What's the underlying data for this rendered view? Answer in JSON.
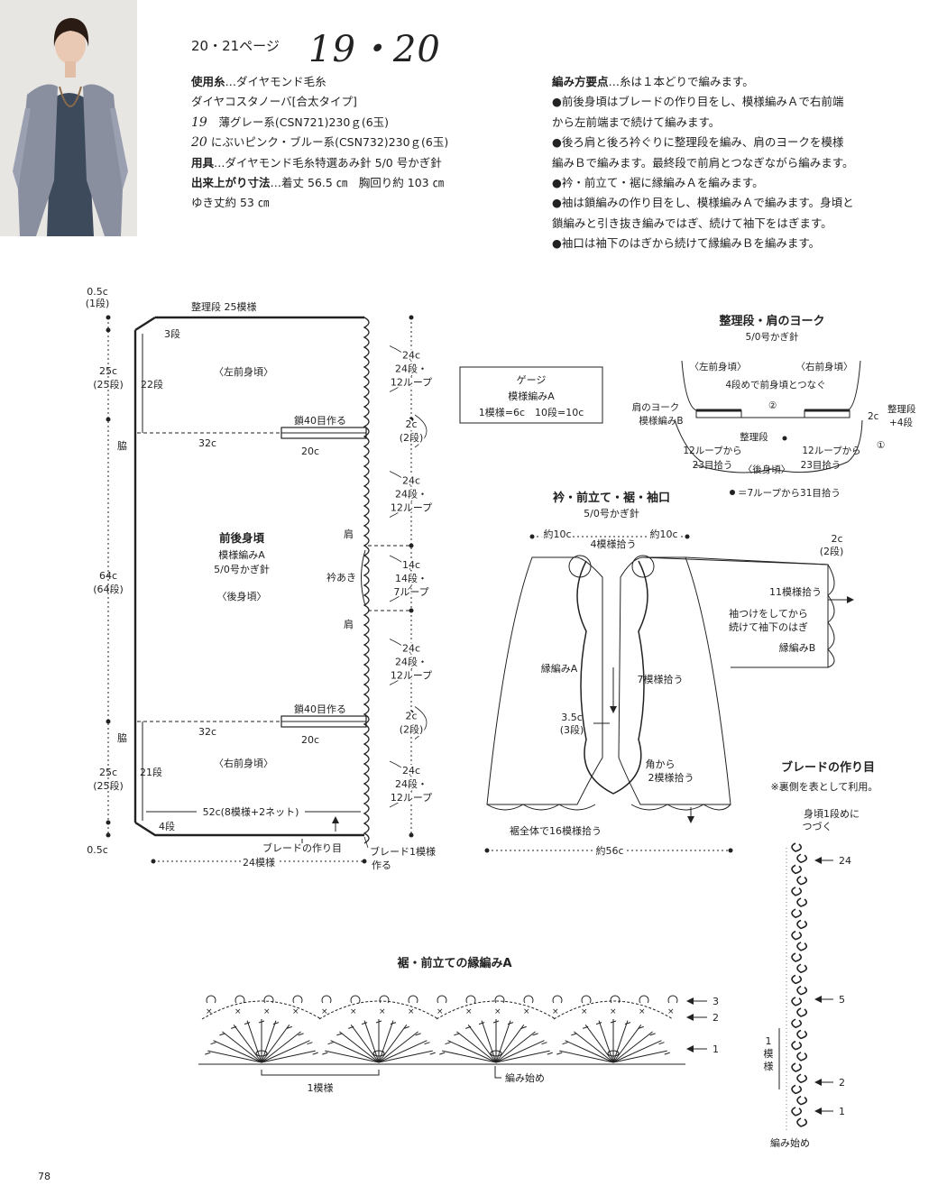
{
  "header": {
    "page_ref": "20・21ページ",
    "title": "19・20"
  },
  "materials": {
    "yarn_label": "使用糸",
    "yarn_value": "…ダイヤモンド毛糸",
    "yarn_line2": "ダイヤコスタノーバ[合太タイプ]",
    "c19_num": "19",
    "c19_text": "薄グレー系(CSN721)230ｇ(6玉)",
    "c20_num": "20",
    "c20_text": "にぶいピンク・ブルー系(CSN732)230ｇ(6玉)",
    "tool_label": "用具",
    "tool_value": "…ダイヤモンド毛糸特選あみ針 5/0 号かぎ針",
    "size_label": "出来上がり寸法",
    "size_value": "…着丈 56.5 ㎝　胸回り約 103 ㎝",
    "size_line2": "ゆき丈約 53 ㎝"
  },
  "points": {
    "label": "編み方要点",
    "lines": [
      "…糸は１本どりで編みます。",
      "●前後身頃はブレードの作り目をし、模様編みＡで右前端",
      "から左前端まで続けて編みます。",
      "●後ろ肩と後ろ衿ぐりに整理段を編み、肩のヨークを模様",
      "編みＢで編みます。最終段で前肩とつなぎながら編みます。",
      "●衿・前立て・裾に縁編みＡを編みます。",
      "●袖は鎖編みの作り目をし、模様編みＡで編みます。身頃と",
      "鎖編みと引き抜き編みではぎ、続けて袖下をはぎます。",
      "●袖口は袖下のはぎから続けて縁編みＢを編みます。"
    ]
  },
  "body_diagram": {
    "top_05": "0.5c",
    "top_1row": "(1段)",
    "seiri_top": "整理段 25模様",
    "r3": "3段",
    "h25c": "25c",
    "h25r": "(25段)",
    "r22": "22段",
    "left_front": "〈左前身頃〉",
    "chain40a": "鎖40目作る",
    "waki1": "脇",
    "w32a": "32c",
    "w20a": "20c",
    "center_title": "前後身頃",
    "pattern_a": "模様編みA",
    "hook": "5/0号かぎ針",
    "back": "〈後身頃〉",
    "h64c": "64c",
    "h64r": "(64段)",
    "chain40b": "鎖40目作る",
    "waki2": "脇",
    "w32b": "32c",
    "w20b": "20c",
    "r21": "21段",
    "h25c_b": "25c",
    "h25r_b": "(25段)",
    "right_front": "〈右前身頃〉",
    "w52": "52c(8模様+2ネット)",
    "r4": "4段",
    "bot_05": "0.5c",
    "braid_start": "ブレードの作り目",
    "braid_one": "ブレード1模様",
    "braid_make": "作る",
    "w24pat": "24模様",
    "shoulder1": "肩",
    "shoulder2": "肩",
    "neck": "衿あき",
    "seg": [
      {
        "a": "24c",
        "b": "24段・",
        "c": "12ループ"
      },
      {
        "a": "2c",
        "b": "(2段)",
        "c": ""
      },
      {
        "a": "24c",
        "b": "24段・",
        "c": "12ループ"
      },
      {
        "a": "14c",
        "b": "14段・",
        "c": "7ループ"
      },
      {
        "a": "24c",
        "b": "24段・",
        "c": "12ループ"
      },
      {
        "a": "2c",
        "b": "(2段)",
        "c": ""
      },
      {
        "a": "24c",
        "b": "24段・",
        "c": "12ループ"
      }
    ]
  },
  "gauge": {
    "title": "ゲージ",
    "pattern": "模様編みA",
    "value": "1模様=6c　10段=10c"
  },
  "yoke": {
    "title": "整理段・肩のヨーク",
    "hook": "5/0号かぎ針",
    "left_front": "〈左前身頃〉",
    "right_front": "〈右前身頃〉",
    "join": "4段めで前身頃とつなぐ",
    "yoke_label": "肩のヨーク",
    "yoke_pattern": "模様編みB",
    "c2": "2c",
    "seiri": "整理段",
    "plus4": "+4段",
    "mark1": "①",
    "mark2": "②",
    "seiri_mid": "整理段",
    "pick1": "12ループから",
    "pick1b": "23目拾う",
    "pick2": "12ループから",
    "pick2b": "23目拾う",
    "back": "〈後身頃〉",
    "note": "＝7ループから31目拾う"
  },
  "collar": {
    "title": "衿・前立て・裾・袖口",
    "hook": "5/0号かぎ針",
    "about10a": "約10c",
    "about10b": "約10c",
    "pick4": "4模様拾う",
    "c2": "2c",
    "r2": "(2段)",
    "pick11": "11模様拾う",
    "sleeve1": "袖つけをしてから",
    "sleeve2": "続けて袖下のはぎ",
    "edging_b": "縁編みB",
    "edging_a": "縁編みA",
    "pick7": "7模様拾う",
    "c35": "3.5c",
    "r3": "(3段)",
    "corner1": "角から",
    "corner2": "2模様拾う",
    "hem16": "裾全体で16模様拾う",
    "about56": "約56c"
  },
  "braid": {
    "title": "ブレードの作り目",
    "note": "※裏側を表として利用。",
    "cont1": "身頃1段めに",
    "cont2": "つづく",
    "n24": "24",
    "n5": "5",
    "n2": "2",
    "n1": "1",
    "one": "1",
    "pat": "模",
    "pat2": "様",
    "start": "編み始め"
  },
  "edging_a": {
    "title": "裾・前立ての縁編みA",
    "r3": "3",
    "r2": "2",
    "r1": "1",
    "one_pattern": "1模様",
    "start": "編み始め"
  },
  "page_number": "78"
}
